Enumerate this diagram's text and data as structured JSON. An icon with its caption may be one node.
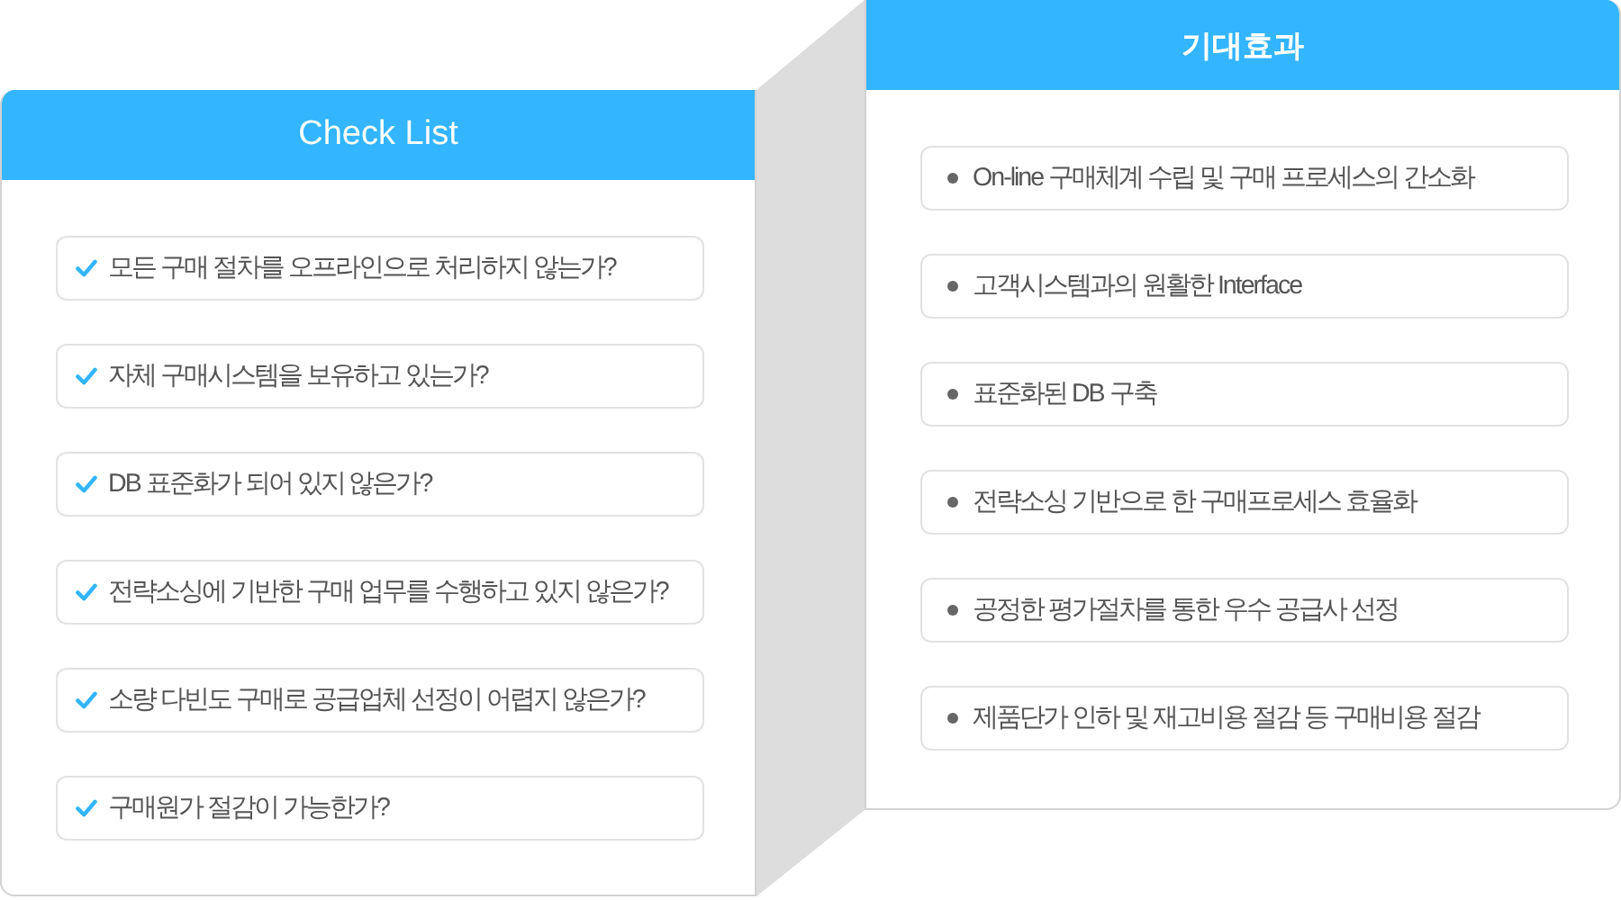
{
  "diagram": {
    "nodes": [
      {
        "text": [
          "Check List"
        ]
      },
      {
        "text": [
          "모든 구매 절차를 오프라인으로 처리하지 않는가?"
        ],
        "in": 0
      },
      {
        "text": [
          "자체 구매시스템을 보유하고 있는가?"
        ],
        "in": 0
      },
      {
        "text": [
          "DB 표준화가 되어 있지 않은가?"
        ],
        "in": 0
      },
      {
        "text": [
          "전략소싱에 기반한 구매 업무를 수행하고 있지 않은가?"
        ],
        "in": 0
      },
      {
        "text": [
          "소량 다빈도 구매로 공급업체 선정이 어렵지 않은가?"
        ],
        "in": 0
      },
      {
        "text": [
          "구매원가 절감이 가능한가?"
        ],
        "in": 0
      },
      {
        "text": [],
        "shape": "band"
      },
      {
        "text": [
          "기대효과"
        ]
      },
      {
        "text": [
          "On-line 구매체계 수립 및 구매 프로세스의 간소화"
        ],
        "in": 8
      },
      {
        "text": [
          "고객시스템과의 원활한 Interface"
        ],
        "in": 8
      },
      {
        "text": [
          "표준화된 DB 구축"
        ],
        "in": 8
      },
      {
        "text": [
          "전략소싱 기반으로 한 구매프로세스 효율화"
        ],
        "in": 8
      },
      {
        "text": [
          "공정한 평가절차를 통한 우수 공급사 선정"
        ],
        "in": 8
      },
      {
        "text": [
          "제품단가 인하 및 재고비용 절감 등 구매비용 절감"
        ],
        "in": 8
      }
    ]
  }
}
